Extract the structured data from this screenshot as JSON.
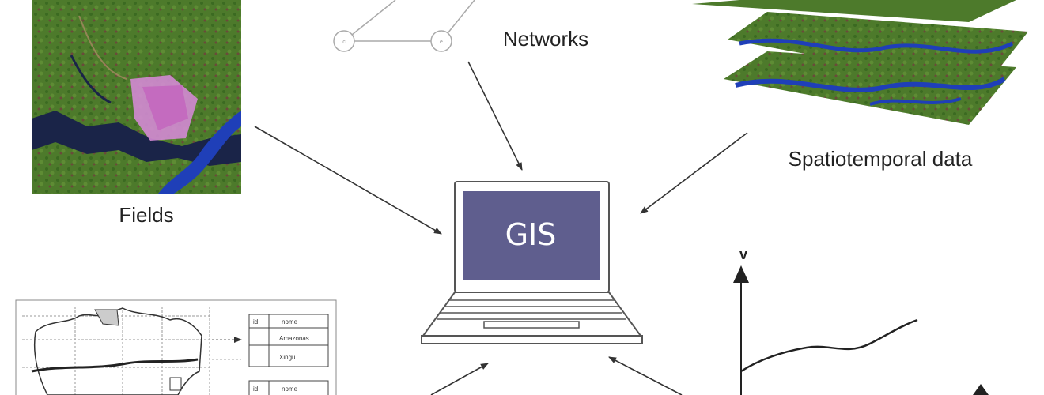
{
  "labels": {
    "fields": "Fields",
    "networks": "Networks",
    "spatiotemporal": "Spatiotemporal data",
    "gis": "GIS",
    "axis_v": "v"
  },
  "network_nodes": [
    "c",
    "e"
  ],
  "table": {
    "block1": {
      "header": [
        "id",
        "nome"
      ],
      "rows": [
        "Amazonas",
        "Xingu"
      ]
    },
    "block2": {
      "header": [
        "id",
        "nome"
      ]
    }
  },
  "colors": {
    "screen": "#5f5e8e",
    "vegetation": "#4d7a2b",
    "water": "#1f3fb8",
    "clearing": "#d48ad4",
    "arrow": "#333333"
  }
}
